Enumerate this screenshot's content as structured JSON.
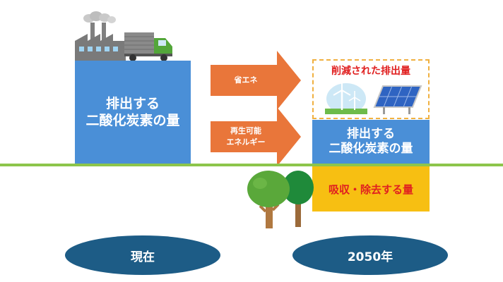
{
  "current": {
    "emissions_line1": "排出する",
    "emissions_line2": "二酸化炭素の量"
  },
  "arrows": {
    "energy_saving": "省エネ",
    "renewable_line1": "再生可能",
    "renewable_line2": "エネルギー"
  },
  "future": {
    "reduced_label": "削減された排出量",
    "emissions_line1": "排出する",
    "emissions_line2": "二酸化炭素の量",
    "absorption_label": "吸収・除去する量"
  },
  "timeline": {
    "now_label": "現在",
    "year_label": "2050年"
  },
  "icons": {
    "factory": "factory-icon",
    "truck": "truck-icon",
    "wind": "wind-turbine-icon",
    "solar": "solar-panel-icon",
    "trees": "trees-icon"
  },
  "colors": {
    "blue": "#4a8fd7",
    "orange": "#e9763a",
    "yellow": "#f7bf12",
    "green_line": "#8dc54b",
    "navy": "#1d5c86",
    "red_text": "#e02020"
  }
}
